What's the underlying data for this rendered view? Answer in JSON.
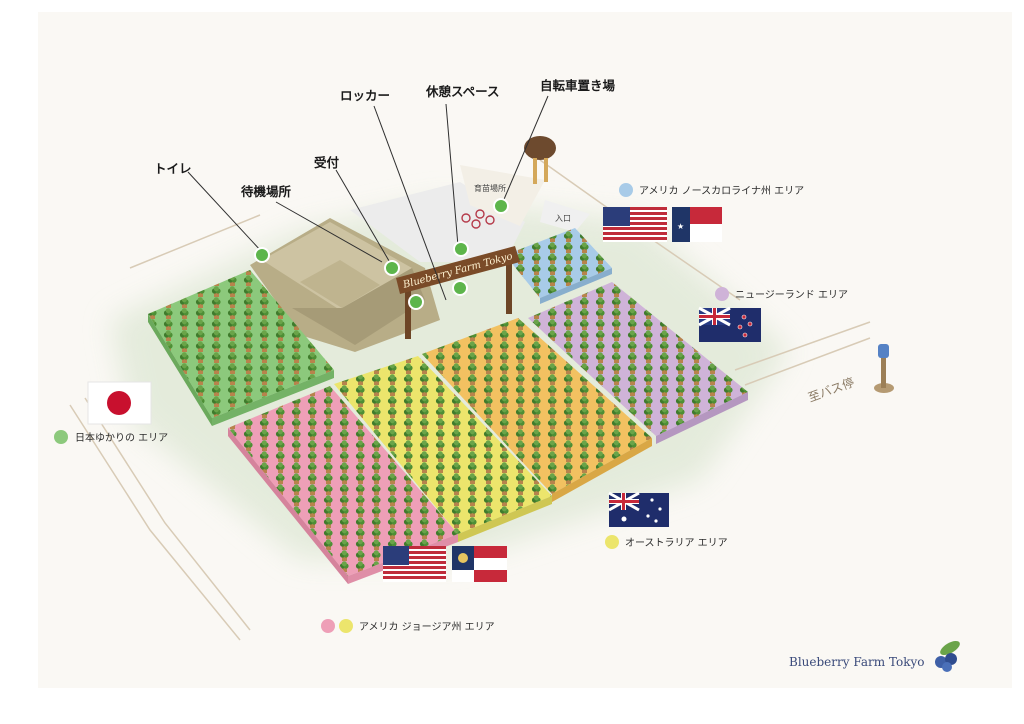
{
  "facilities": {
    "toilet": "トイレ",
    "waiting_area": "待機場所",
    "reception": "受付",
    "locker": "ロッカー",
    "rest_space": "休憩スペース",
    "bicycle_parking": "自転車置き場",
    "nursery": "育苗場所",
    "entrance": "入口"
  },
  "sign": "Blueberry Farm Tokyo",
  "bus_stop": "至バス停",
  "plots": {
    "north_carolina": "アメリカ ノースカロライナ州 エリア",
    "new_zealand": "ニュージーランド エリア",
    "japan": "日本ゆかりの エリア",
    "australia": "オーストラリア エリア",
    "georgia": "アメリカ ジョージア州 エリア"
  },
  "brand": "Blueberry Farm Tokyo",
  "colors": {
    "japan": "#8cc97c",
    "north_carolina": "#a8cbe8",
    "new_zealand": "#cfb3d8",
    "australia": "#f2c161",
    "georgia_yellow": "#ece56c",
    "georgia_pink": "#ee9fb7",
    "marker": "#5db54b"
  }
}
